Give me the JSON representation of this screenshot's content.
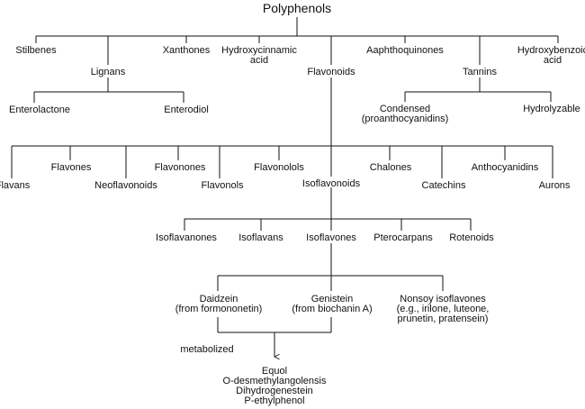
{
  "diagram": {
    "root": "Polyphenols",
    "level1": {
      "stilbenes": "Stilbenes",
      "lignans": "Lignans",
      "xanthones": "Xanthones",
      "hydroxycinnamic": "Hydroxycinnamic\nacid",
      "flavonoids": "Flavonoids",
      "aaphthoquinones": "Aaphthoquinones",
      "tannins": "Tannins",
      "hydroxybenzoic": "Hydroxybenzoic\nacid"
    },
    "lignans_children": {
      "enterolactone": "Enterolactone",
      "enterodiol": "Enterodiol"
    },
    "tannins_children": {
      "condensed": "Condensed\n(proanthocyanidins)",
      "hydrolyzable": "Hydrolyzable"
    },
    "flavonoid_classes": {
      "flavans": "Flavans",
      "flavones": "Flavones",
      "neoflavonoids": "Neoflavonoids",
      "flavonones": "Flavonones",
      "flavonols": "Flavonols",
      "flavonolols": "Flavonolols",
      "isoflavonoids": "Isoflavonoids",
      "chalones": "Chalones",
      "catechins": "Catechins",
      "anthocyanidins": "Anthocyanidins",
      "aurons": "Aurons"
    },
    "isoflavonoid_classes": {
      "isoflavanones": "Isoflavanones",
      "isoflavans": "Isoflavans",
      "isoflavones": "Isoflavones",
      "pterocarpans": "Pterocarpans",
      "rotenoids": "Rotenoids"
    },
    "isoflavone_types": {
      "daidzein": "Daidzein\n(from formononetin)",
      "genistein": "Genistein\n(from biochanin A)",
      "nonsoy": "Nonsoy isoflavones\n(e.g., irilone, luteone,\nprunetin, pratensein)"
    },
    "metabolized": "metabolized",
    "metabolites": "Equol\nO-desmethylangolensis\nDihydrogenestein\nP-ethylphenol"
  }
}
